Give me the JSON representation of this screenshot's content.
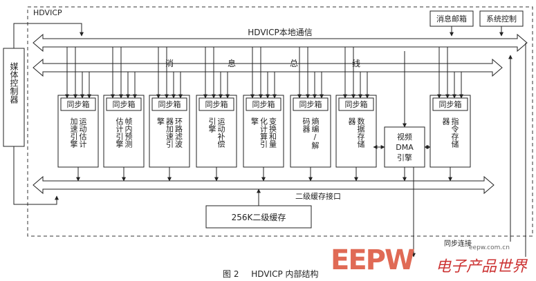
{
  "labels": {
    "hdvicp": "HDVICP",
    "media_ctrl": "媒体控制器",
    "mailbox": "消息邮箱",
    "sys_ctrl": "系统控制",
    "local_comm": "HDVICP本地通信",
    "msg_bus": [
      "消",
      "息",
      "总",
      "线"
    ],
    "l2_interface": "二级缓存接口",
    "l2_cache": "256K二级缓存",
    "sync_link": "同步连接",
    "sync_box": "同步箱"
  },
  "engines": [
    {
      "id": "me",
      "label": "运动估计加速引擎"
    },
    {
      "id": "ip",
      "label": "帧内预测估计引擎"
    },
    {
      "id": "lf",
      "label": "环路滤波器加速引擎"
    },
    {
      "id": "mc",
      "label": "运动补偿引擎"
    },
    {
      "id": "tq",
      "label": "变换和量化计算引擎"
    },
    {
      "id": "codec",
      "label": "熵编/解码器"
    },
    {
      "id": "mem",
      "label": "数据存储器"
    },
    {
      "id": "instr",
      "label": "指令存储器"
    }
  ],
  "dma": {
    "line1": "视频",
    "line2": "DMA",
    "line3": "引擎"
  },
  "caption": {
    "figure": "图 2",
    "title": "HDVICP 内部结构"
  },
  "watermark": {
    "brand": "EEPW",
    "cn": "电子产品世界",
    "url": "eepw.com.cn"
  }
}
